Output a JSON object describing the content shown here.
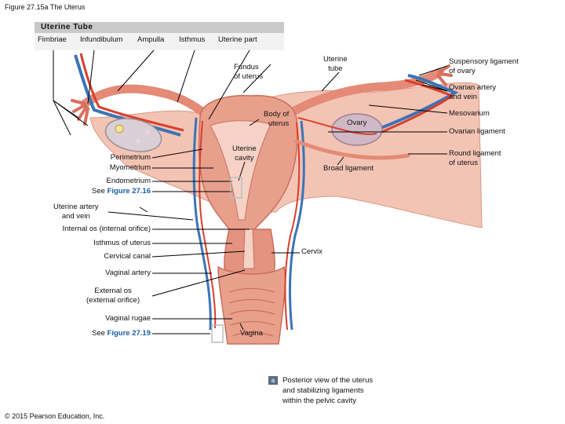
{
  "figure_title": "Figure 27.15a The Uterus",
  "tube_header": "Uterine Tube",
  "tube_parts": [
    "Fimbriae",
    "Infundibulum",
    "Ampulla",
    "Isthmus",
    "Uterine part"
  ],
  "labels": {
    "fundus": "Fundus\nof uterus",
    "uterine_tube": "Uterine\ntube",
    "suspensory": "Suspensory ligament\nof ovary",
    "ovarian_artery": "Ovarian artery\nand vein",
    "body_of_uterus": "Body of\nuterus",
    "mesovarium": "Mesovarium",
    "ovary": "Ovary",
    "ovarian_ligament": "Ovarian ligament",
    "uterine_cavity": "Uterine\ncavity",
    "round_ligament": "Round ligament\nof uterus",
    "perimetrium": "Perimetrium",
    "myometrium": "Myometrium",
    "broad_ligament": "Broad ligament",
    "endometrium": "Endometrium",
    "see_prefix_1": "See",
    "see_ref_1": "Figure 27.16",
    "uterine_artery": "Uterine artery\nand vein",
    "internal_os": "Internal os (internal orifice)",
    "isthmus_uterus": "Isthmus of uterus",
    "cervix": "Cervix",
    "cervical_canal": "Cervical canal",
    "vaginal_artery": "Vaginal artery",
    "external_os": "External os\n(external orifice)",
    "vaginal_rugae": "Vaginal rugae",
    "see_prefix_2": "See",
    "see_ref_2": "Figure 27.19",
    "vagina": "Vagina"
  },
  "caption_badge": "a",
  "caption": "Posterior view of the uterus\nand stabilizing ligaments\nwithin the pelvic cavity",
  "copyright": "© 2015 Pearson Education, Inc.",
  "colors": {
    "tissue": "#e8a08c",
    "tissue_dark": "#c8705e",
    "ligament": "#f3c4b4",
    "artery": "#d8402c",
    "vein": "#3a74b8",
    "ovary": "#d9cfd4",
    "leader": "#000000",
    "reference": "#1a5fa8"
  }
}
